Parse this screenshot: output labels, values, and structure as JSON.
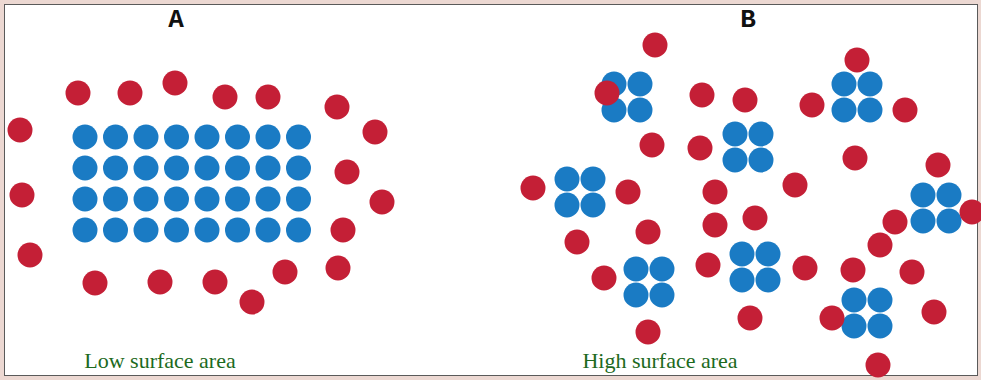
{
  "diagram": {
    "labels": [
      "A",
      "B",
      "Low surface area",
      "High surface area"
    ]
  }
}
